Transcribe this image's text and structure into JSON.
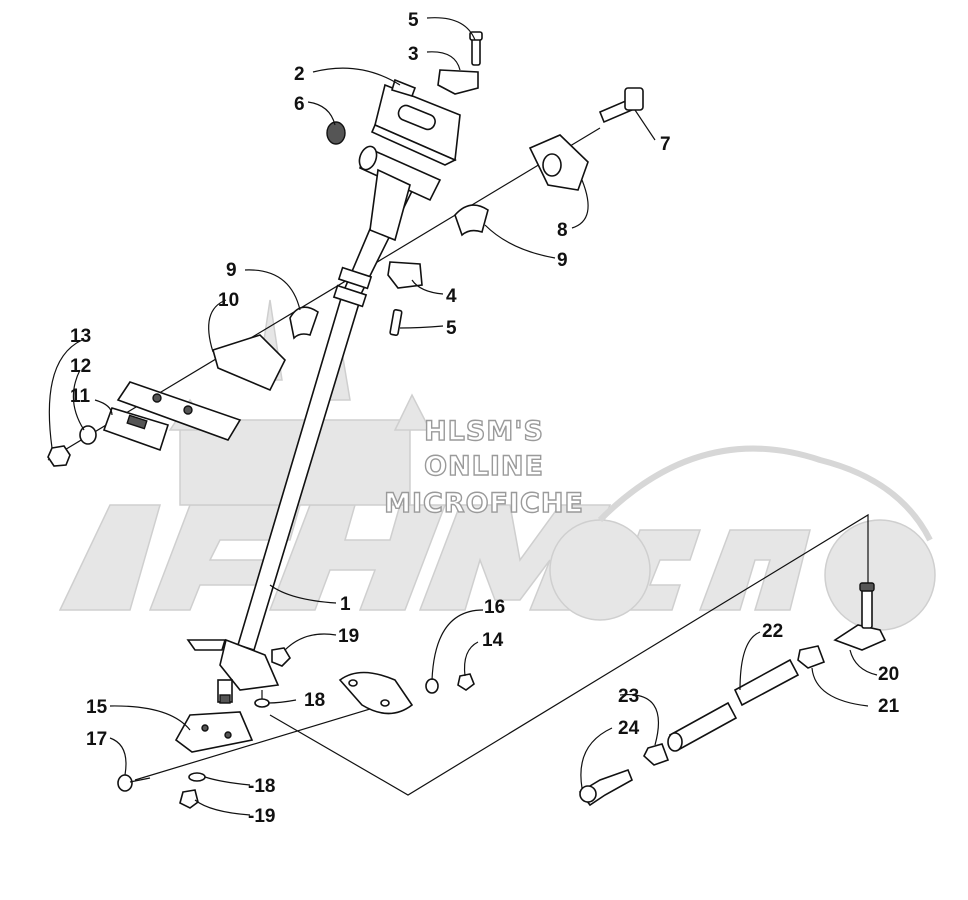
{
  "watermark": {
    "lines": [
      "HLSM'S",
      "ONLINE",
      "MICROFICHE"
    ]
  },
  "callouts": [
    {
      "id": "c5a",
      "label": "5"
    },
    {
      "id": "c3",
      "label": "3"
    },
    {
      "id": "c2",
      "label": "2"
    },
    {
      "id": "c6",
      "label": "6"
    },
    {
      "id": "c7",
      "label": "7"
    },
    {
      "id": "c8",
      "label": "8"
    },
    {
      "id": "c9a",
      "label": "9"
    },
    {
      "id": "c4",
      "label": "4"
    },
    {
      "id": "c5b",
      "label": "5"
    },
    {
      "id": "c9b",
      "label": "9"
    },
    {
      "id": "c10",
      "label": "10"
    },
    {
      "id": "c13",
      "label": "13"
    },
    {
      "id": "c12",
      "label": "12"
    },
    {
      "id": "c11",
      "label": "11"
    },
    {
      "id": "c1",
      "label": "1"
    },
    {
      "id": "c16",
      "label": "16"
    },
    {
      "id": "c14",
      "label": "14"
    },
    {
      "id": "c19a",
      "label": "19"
    },
    {
      "id": "c18a",
      "label": "18"
    },
    {
      "id": "c15",
      "label": "15"
    },
    {
      "id": "c17",
      "label": "17"
    },
    {
      "id": "c18b",
      "label": "-18"
    },
    {
      "id": "c19b",
      "label": "-19"
    },
    {
      "id": "c22",
      "label": "22"
    },
    {
      "id": "c20",
      "label": "20"
    },
    {
      "id": "c21",
      "label": "21"
    },
    {
      "id": "c23",
      "label": "23"
    },
    {
      "id": "c24",
      "label": "24"
    }
  ]
}
